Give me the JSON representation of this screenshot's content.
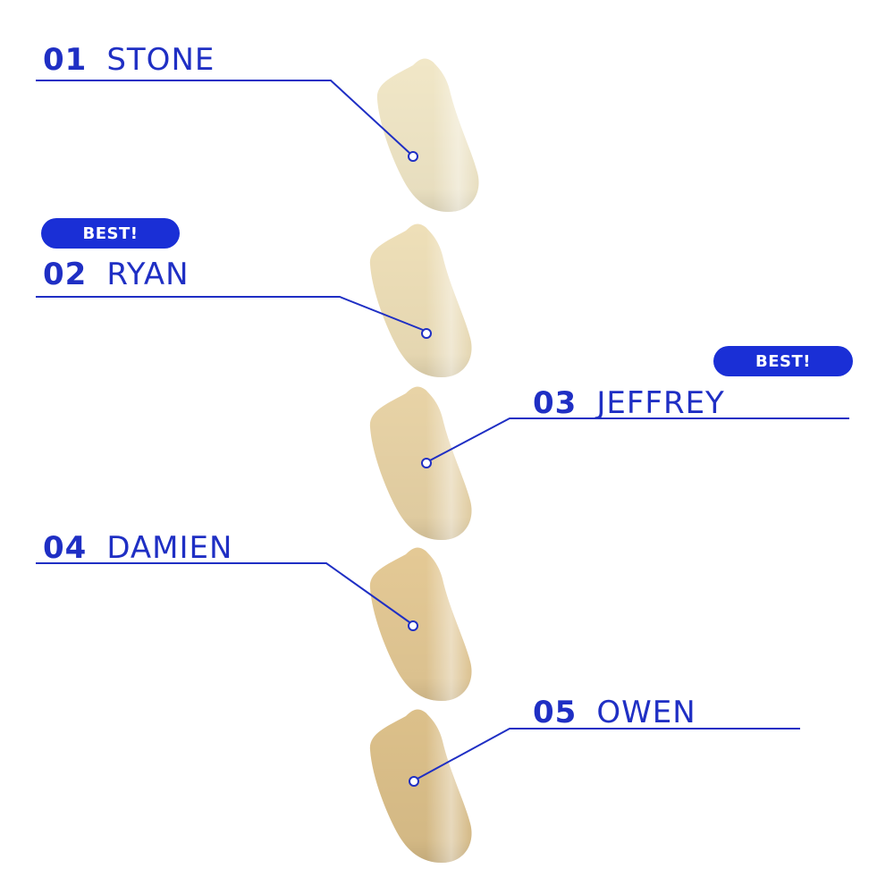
{
  "accent_color": "#1f2fc4",
  "badge_color": "#1a2fd6",
  "shades": [
    {
      "number": "01",
      "name": "STONE",
      "color": "#f1e7c7",
      "badge": ""
    },
    {
      "number": "02",
      "name": "RYAN",
      "color": "#eedfb8",
      "badge": "BEST!"
    },
    {
      "number": "03",
      "name": "JEFFREY",
      "color": "#e8d3a6",
      "badge": "BEST!"
    },
    {
      "number": "04",
      "name": "DAMIEN",
      "color": "#e4c995",
      "badge": ""
    },
    {
      "number": "05",
      "name": "OWEN",
      "color": "#dcc08a",
      "badge": ""
    }
  ]
}
